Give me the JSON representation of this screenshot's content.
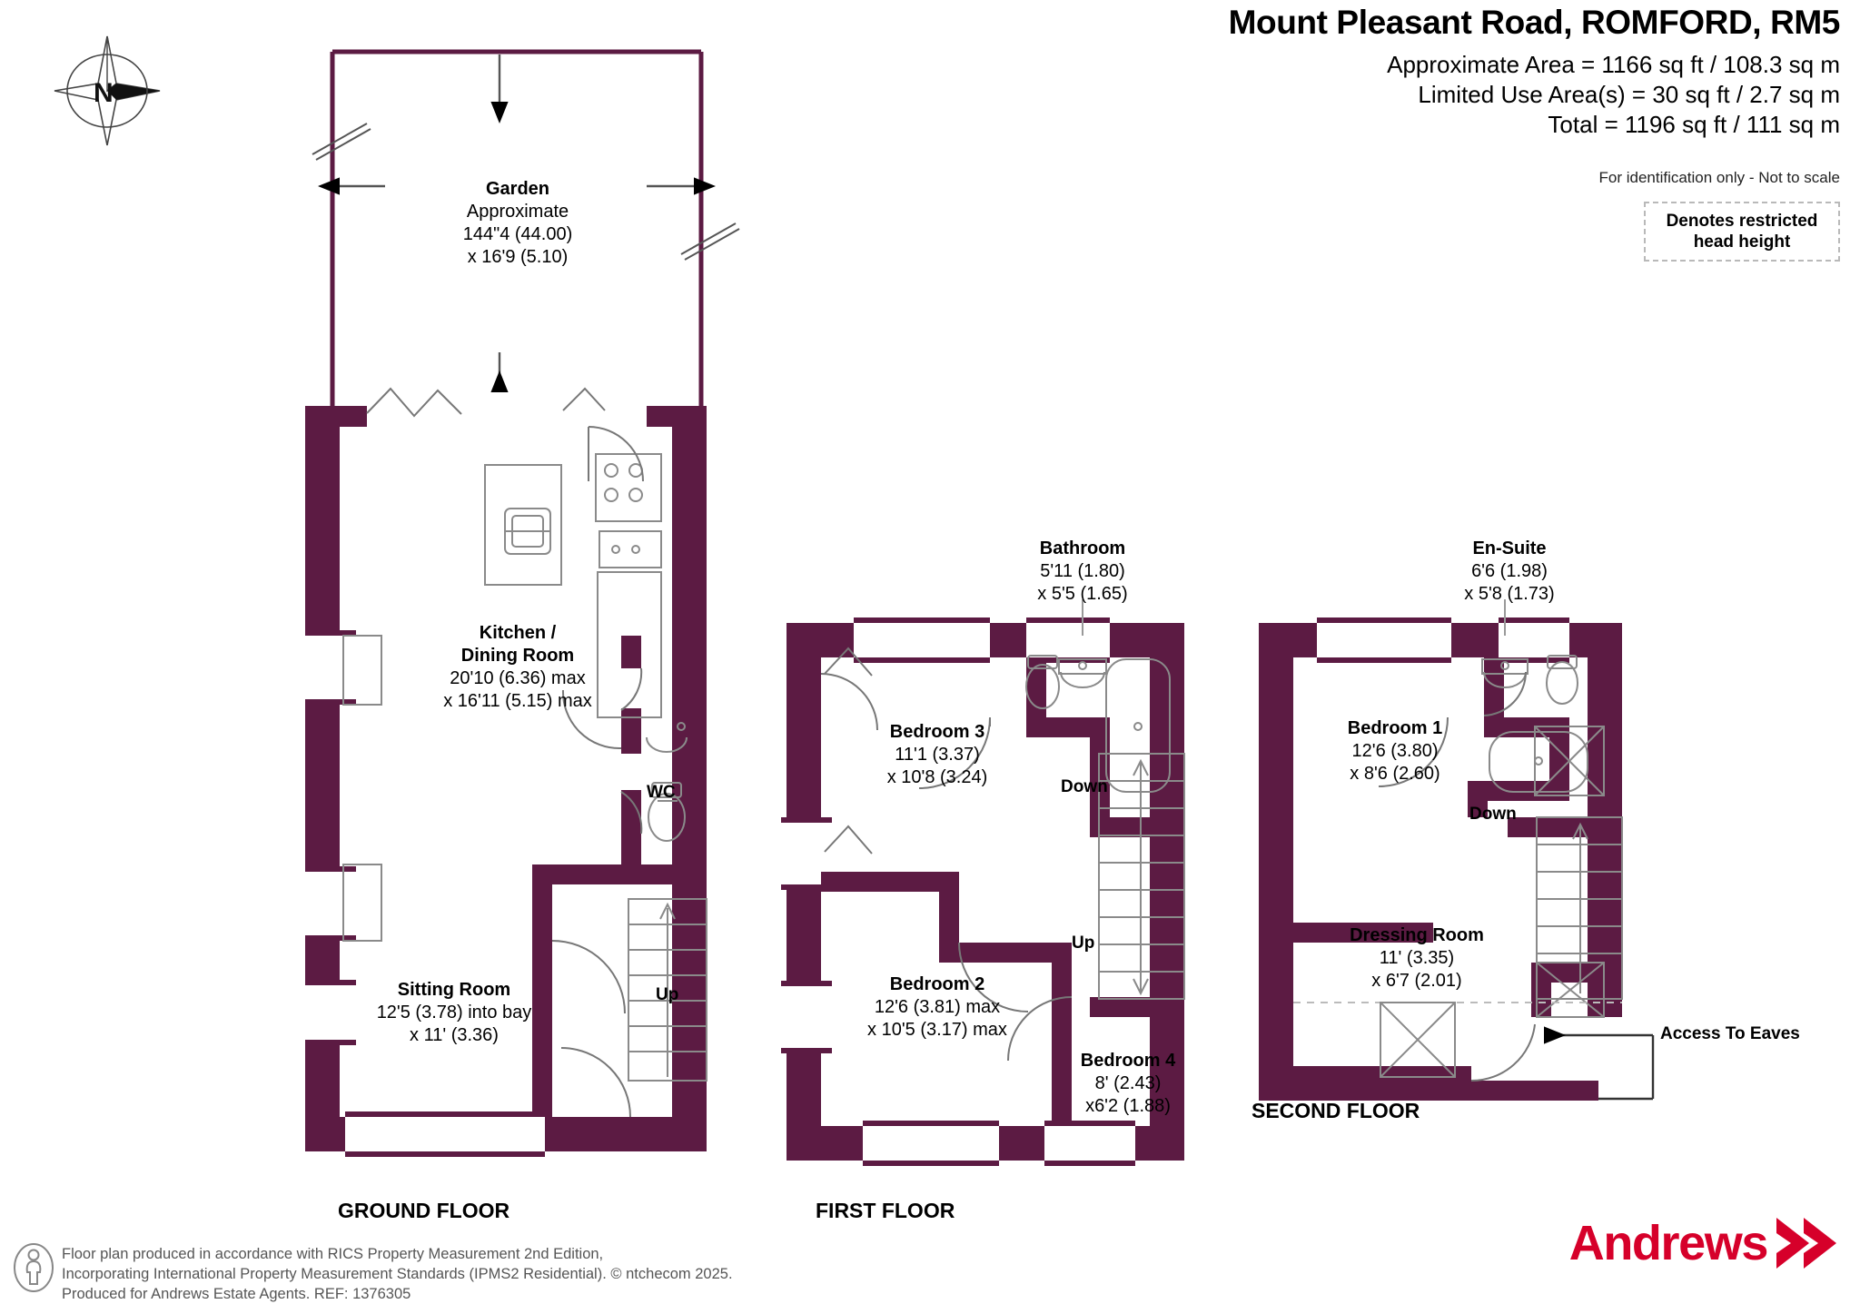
{
  "header": {
    "title": "Mount Pleasant Road, ROMFORD, RM5",
    "area_lines": [
      "Approximate Area = 1166 sq ft / 108.3 sq m",
      "Limited Use Area(s) = 30 sq ft / 2.7 sq m",
      "Total = 1196 sq ft / 111 sq m"
    ],
    "disclaimer": "For identification only - Not to scale",
    "legend_line1": "Denotes restricted",
    "legend_line2": "head height"
  },
  "compass": {
    "label": "N"
  },
  "floors": [
    {
      "key": "ground",
      "name": "GROUND FLOOR"
    },
    {
      "key": "first",
      "name": "FIRST FLOOR"
    },
    {
      "key": "second",
      "name": "SECOND FLOOR"
    }
  ],
  "rooms": {
    "garden": {
      "name": "Garden",
      "approx": "Approximate",
      "dim1": "144\"4 (44.00)",
      "dim2": "x 16'9 (5.10)"
    },
    "kitchen_dining": {
      "name1": "Kitchen /",
      "name2": "Dining Room",
      "dim1": "20'10 (6.36) max",
      "dim2": "x 16'11 (5.15) max"
    },
    "wc": {
      "name": "WC"
    },
    "sitting_room": {
      "name": "Sitting Room",
      "dim1": "12'5 (3.78) into bay",
      "dim2": "x 11' (3.36)"
    },
    "bathroom": {
      "name": "Bathroom",
      "dim1": "5'11 (1.80)",
      "dim2": "x 5'5 (1.65)"
    },
    "bedroom3": {
      "name": "Bedroom 3",
      "dim1": "11'1 (3.37)",
      "dim2": "x 10'8 (3.24)"
    },
    "bedroom2": {
      "name": "Bedroom 2",
      "dim1": "12'6 (3.81) max",
      "dim2": "x 10'5 (3.17) max"
    },
    "bedroom4": {
      "name": "Bedroom 4",
      "dim1": "8' (2.43)",
      "dim2": "x6'2 (1.88)"
    },
    "ensuite": {
      "name": "En-Suite",
      "dim1": "6'6 (1.98)",
      "dim2": "x 5'8  (1.73)"
    },
    "bedroom1": {
      "name": "Bedroom 1",
      "dim1": "12'6 (3.80)",
      "dim2": "x 8'6 (2.60)"
    },
    "dressing_room": {
      "name": "Dressing Room",
      "dim1": "11' (3.35)",
      "dim2": "x 6'7 (2.01)"
    }
  },
  "annotations": {
    "down_first": "Down",
    "up_first": "Up",
    "up_ground": "Up",
    "down_second": "Down",
    "access_to_eaves": "Access To Eaves"
  },
  "footer": {
    "line1": "Floor plan produced in accordance with RICS Property Measurement 2nd Edition,",
    "line2": "Incorporating International Property Measurement Standards (IPMS2 Residential).   © ntchecom 2025.",
    "line3": "Produced for Andrews Estate Agents.   REF: 1376305",
    "brand": "Andrews"
  },
  "colors": {
    "wall": "#5c1b43",
    "fixture_stroke": "#8a8a8a",
    "brand_red": "#d6002a",
    "legend_dash": "#b9b9b9"
  }
}
